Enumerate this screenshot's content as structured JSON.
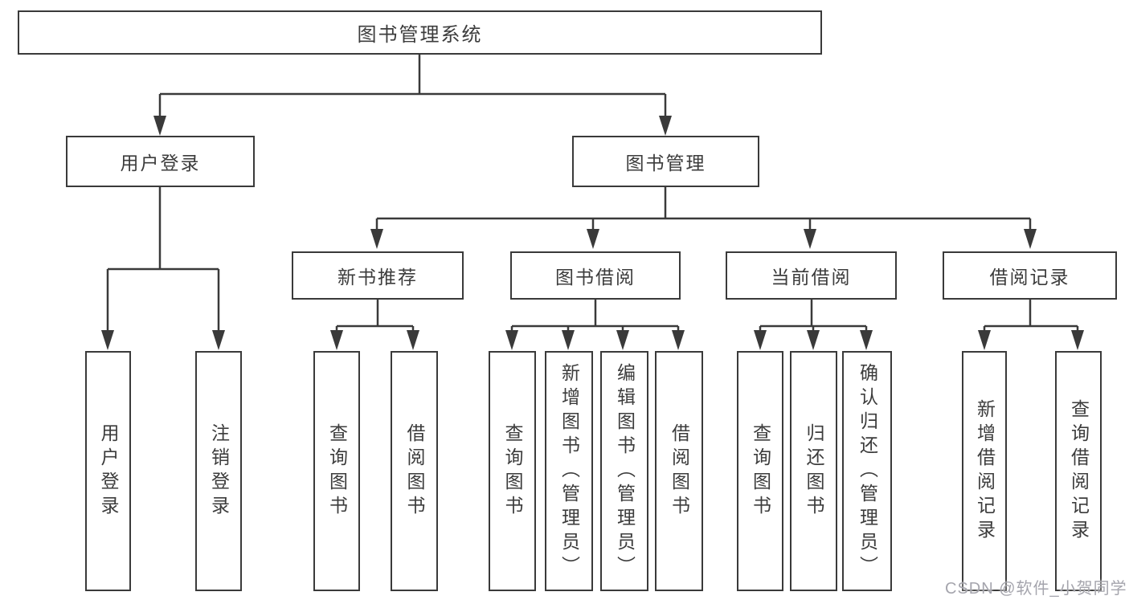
{
  "diagram_title": "图书管理系统",
  "tree": {
    "root": {
      "label": "图书管理系统"
    },
    "branches": [
      {
        "label": "用户登录",
        "children": [
          {
            "label": "用户登录"
          },
          {
            "label": "注销登录"
          }
        ]
      },
      {
        "label": "图书管理",
        "children": [
          {
            "label": "新书推荐",
            "children": [
              {
                "label": "查询图书"
              },
              {
                "label": "借阅图书"
              }
            ]
          },
          {
            "label": "图书借阅",
            "children": [
              {
                "label": "查询图书"
              },
              {
                "label": "新增图书（管理员）"
              },
              {
                "label": "编辑图书（管理员）"
              },
              {
                "label": "借阅图书"
              }
            ]
          },
          {
            "label": "当前借阅",
            "children": [
              {
                "label": "查询图书"
              },
              {
                "label": "归还图书"
              },
              {
                "label": "确认归还（管理员）"
              }
            ]
          },
          {
            "label": "借阅记录",
            "children": [
              {
                "label": "新增借阅记录"
              },
              {
                "label": "查询借阅记录"
              }
            ]
          }
        ]
      }
    ]
  },
  "watermark": "CSDN @软件_小贺同学",
  "colors": {
    "line": "#3a3a3a",
    "text": "#3c3c3c",
    "watermark": "#a5a5ad",
    "background": "#ffffff"
  }
}
